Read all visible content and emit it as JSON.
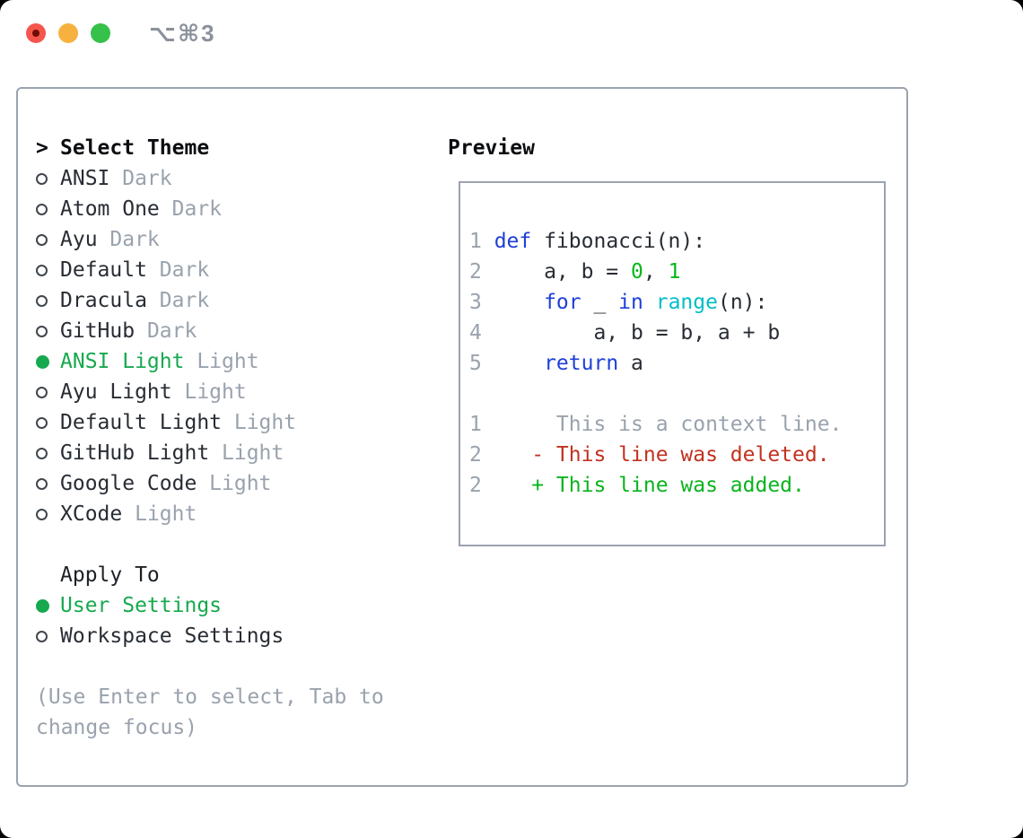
{
  "window": {
    "title": "⌥⌘3"
  },
  "colors": {
    "default": "#282d34",
    "keyword": "#1e3fd7",
    "builtin": "#00bec9",
    "number": "#05b71a",
    "muted": "#99a2ad",
    "deleted": "#c23220",
    "added": "#09b41e",
    "selected_green": "#16a94e",
    "border_gray": "#9aa3ae"
  },
  "theme_list": {
    "prompt": ">",
    "header": "Select Theme",
    "items": [
      {
        "name": "ANSI",
        "variant": "Dark",
        "selected": false
      },
      {
        "name": "Atom One",
        "variant": "Dark",
        "selected": false
      },
      {
        "name": "Ayu",
        "variant": "Dark",
        "selected": false
      },
      {
        "name": "Default",
        "variant": "Dark",
        "selected": false
      },
      {
        "name": "Dracula",
        "variant": "Dark",
        "selected": false
      },
      {
        "name": "GitHub",
        "variant": "Dark",
        "selected": false
      },
      {
        "name": "ANSI Light",
        "variant": "Light",
        "selected": true
      },
      {
        "name": "Ayu Light",
        "variant": "Light",
        "selected": false
      },
      {
        "name": "Default Light",
        "variant": "Light",
        "selected": false
      },
      {
        "name": "GitHub Light",
        "variant": "Light",
        "selected": false
      },
      {
        "name": "Google Code",
        "variant": "Light",
        "selected": false
      },
      {
        "name": "XCode",
        "variant": "Light",
        "selected": false
      }
    ]
  },
  "apply_to": {
    "header": "Apply To",
    "options": [
      {
        "label": "User Settings",
        "selected": true
      },
      {
        "label": "Workspace Settings",
        "selected": false
      }
    ]
  },
  "help_text": "(Use Enter to select, Tab to change focus)",
  "preview": {
    "header": "Preview",
    "code_lines": [
      {
        "num": "1",
        "tokens": [
          {
            "t": "def",
            "c": "keyword"
          },
          {
            "t": " fibonacci(n):",
            "c": "default"
          }
        ]
      },
      {
        "num": "2",
        "tokens": [
          {
            "t": "    a, b = ",
            "c": "default"
          },
          {
            "t": "0",
            "c": "number"
          },
          {
            "t": ", ",
            "c": "default"
          },
          {
            "t": "1",
            "c": "number"
          }
        ]
      },
      {
        "num": "3",
        "tokens": [
          {
            "t": "    ",
            "c": "default"
          },
          {
            "t": "for",
            "c": "keyword"
          },
          {
            "t": " _ ",
            "c": "default"
          },
          {
            "t": "in",
            "c": "keyword"
          },
          {
            "t": " ",
            "c": "default"
          },
          {
            "t": "range",
            "c": "builtin"
          },
          {
            "t": "(n):",
            "c": "default"
          }
        ]
      },
      {
        "num": "4",
        "tokens": [
          {
            "t": "        a, b = b, a + b",
            "c": "default"
          }
        ]
      },
      {
        "num": "5",
        "tokens": [
          {
            "t": "    ",
            "c": "default"
          },
          {
            "t": "return",
            "c": "keyword"
          },
          {
            "t": " a",
            "c": "default"
          }
        ]
      }
    ],
    "diff_lines": [
      {
        "num": "1",
        "tokens": [
          {
            "t": "     This is a context line.",
            "c": "muted"
          }
        ]
      },
      {
        "num": "2",
        "tokens": [
          {
            "t": "   - This line was deleted.",
            "c": "deleted"
          }
        ]
      },
      {
        "num": "2",
        "tokens": [
          {
            "t": "   + This line was added.",
            "c": "added"
          }
        ]
      }
    ]
  }
}
